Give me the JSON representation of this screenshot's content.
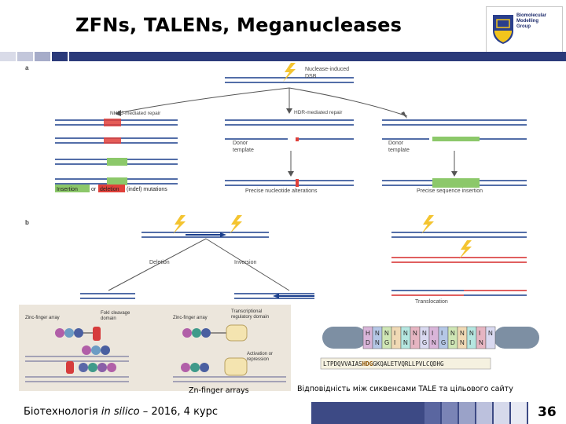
{
  "slide": {
    "title": "ZFNs, TALENs, Meganucleases",
    "page_number": "36",
    "footer_prefix": "Біотехнологія ",
    "footer_italic": "in silico",
    "footer_suffix": " – 2016, 4 курс"
  },
  "logo": {
    "text": "Biomolecular\nModelling\nGroup"
  },
  "panel_a": {
    "label": "a",
    "dsb": "Nuclease-induced\nDSB",
    "nhej": "NHEJ-mediated repair",
    "hdr": "HDR-mediated repair",
    "donor1": "Donor\ntemplate",
    "donor2": "Donor\ntemplate",
    "insertion": "Insertion",
    "or": "or",
    "deletion": "deletion",
    "indel": "(indel) mutations",
    "precise_alt": "Precise nucleotide alterations",
    "precise_ins": "Precise sequence insertion"
  },
  "panel_b": {
    "label": "b",
    "deletion": "Deletion",
    "inversion": "Inversion",
    "translocation": "Translocation"
  },
  "zfn": {
    "zinc1": "Zinc-finger array",
    "fok": "FokI cleavage\ndomain",
    "zinc2": "Zinc-finger array",
    "trd": "Transcriptional\nregulatory domain",
    "act": "Activation or\nrepression",
    "caption": "Zn-finger arrays"
  },
  "tale": {
    "top_letters": [
      "H",
      "N",
      "N",
      "I",
      "N",
      "N",
      "N",
      "I",
      "I",
      "N",
      "N",
      "N",
      "I",
      "N"
    ],
    "bottom_letters": [
      "D",
      "N",
      "G",
      "I",
      "N",
      "I",
      "G",
      "N",
      "G",
      "D",
      "N",
      "I",
      "N"
    ],
    "sequence_a": "LTPDQVVAIAS",
    "sequence_b": "HDG",
    "sequence_c": "GKQALETVQRLLPVLCQDHG",
    "caption": "Відповідність між сиквенсами TALE та цільового сайту"
  },
  "colors": {
    "dna": "#1a3e8c",
    "red_dna": "#d62a2a",
    "insert_green": "#8cc86a",
    "deletion_red": "#e0403a",
    "bolt": "#f4c430",
    "arrow": "#555555"
  }
}
